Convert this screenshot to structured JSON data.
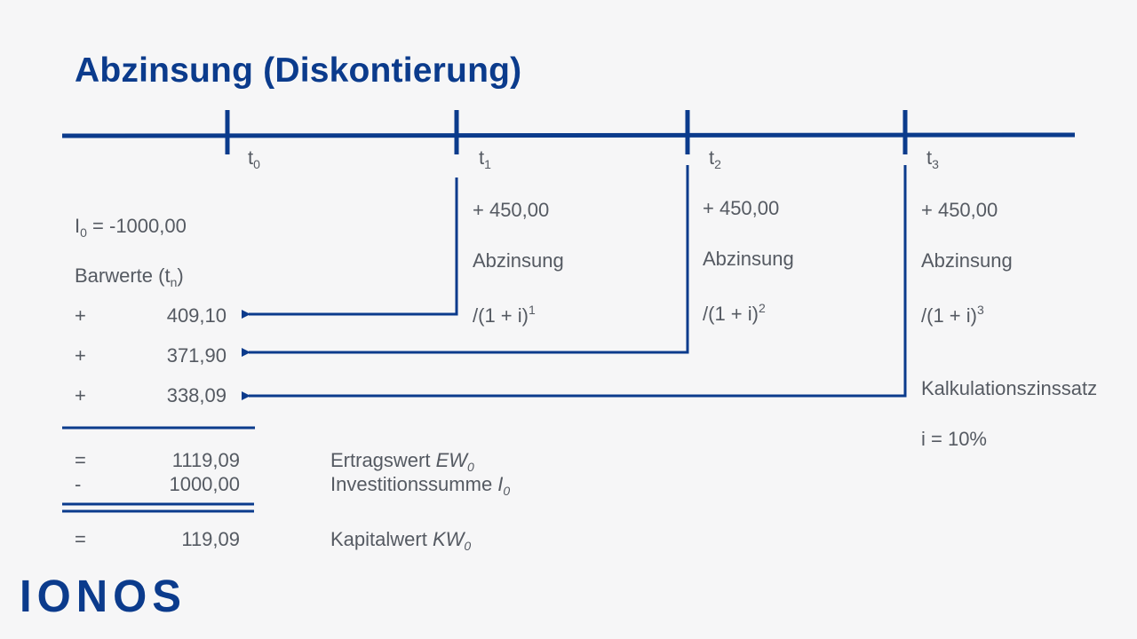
{
  "title": "Abzinsung (Diskontierung)",
  "timeline": {
    "t0": "t",
    "t0_sub": "0",
    "t1": "t",
    "t1_sub": "1",
    "t2": "t",
    "t2_sub": "2",
    "t3": "t",
    "t3_sub": "3"
  },
  "left": {
    "investment_label": "I",
    "investment_sub": "0",
    "investment_value": " = -1000,00",
    "barwerte_label": "Barwerte (t",
    "barwerte_sub": "n",
    "barwerte_close": ")",
    "rows": [
      {
        "sign": "+",
        "value": "409,10"
      },
      {
        "sign": "+",
        "value": "371,90"
      },
      {
        "sign": "+",
        "value": "338,09"
      }
    ],
    "ertragswert": {
      "sign": "=",
      "value": "1119,09",
      "label": "Ertragswert ",
      "symbol": "EW",
      "sub": "0"
    },
    "investitionssumme": {
      "sign": "-",
      "value": "1000,00",
      "label": "Investitionssumme ",
      "symbol": "I",
      "sub": "0"
    },
    "kapitalwert": {
      "sign": "=",
      "value": "119,09",
      "label": "Kapitalwert ",
      "symbol": "KW",
      "sub": "0"
    }
  },
  "columns": [
    {
      "cashflow": "+ 450,00",
      "abz": "Abzinsung",
      "formula": "/(1 + i)",
      "exp": "1"
    },
    {
      "cashflow": "+ 450,00",
      "abz": "Abzinsung",
      "formula": "/(1 + i)",
      "exp": "2"
    },
    {
      "cashflow": "+ 450,00",
      "abz": "Abzinsung",
      "formula": "/(1 + i)",
      "exp": "3"
    }
  ],
  "rate": {
    "label": "Kalkulationszinssatz",
    "value": "i = 10%"
  },
  "logo": "IONOS",
  "colors": {
    "accent": "#0b3b8c",
    "text": "#555a62",
    "background": "#f6f6f7"
  }
}
